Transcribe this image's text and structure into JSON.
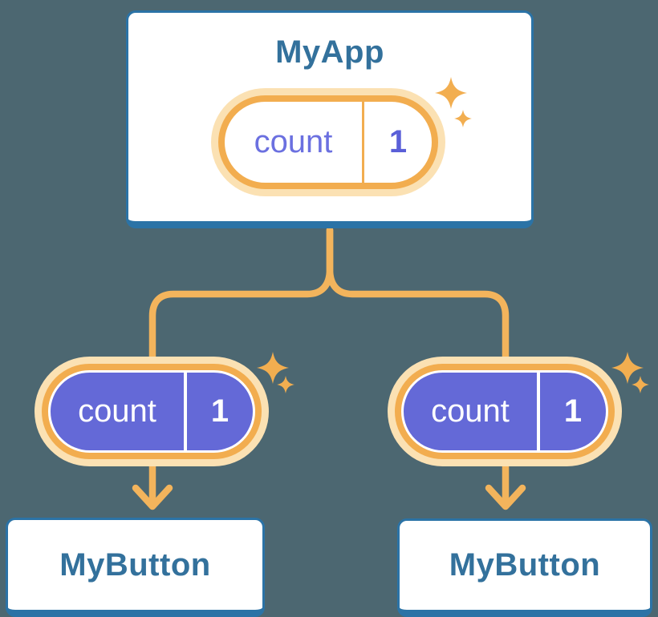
{
  "diagram": {
    "description": "React component tree with shared state",
    "root": {
      "title": "MyApp",
      "state": {
        "label": "count",
        "value": "1"
      }
    },
    "children": [
      {
        "title": "MyButton",
        "state": {
          "label": "count",
          "value": "1"
        }
      },
      {
        "title": "MyButton",
        "state": {
          "label": "count",
          "value": "1"
        }
      }
    ]
  },
  "colors": {
    "background": "#4C6771",
    "card_border_blue": "#2B73A6",
    "card_background": "#FFFFFF",
    "component_title_blue": "#33719C",
    "connector_orange": "#F3B45C",
    "pill_ring_orange": "#F2AD4F",
    "pill_halo_cream": "#FBE1B3",
    "state_purple_fill": "#6469D7",
    "state_label_purple": "#6B70E0",
    "state_value_purple": "#5A5FD8",
    "state_text_white": "#FFFFFF",
    "sparkle_orange": "#F2AE50"
  }
}
